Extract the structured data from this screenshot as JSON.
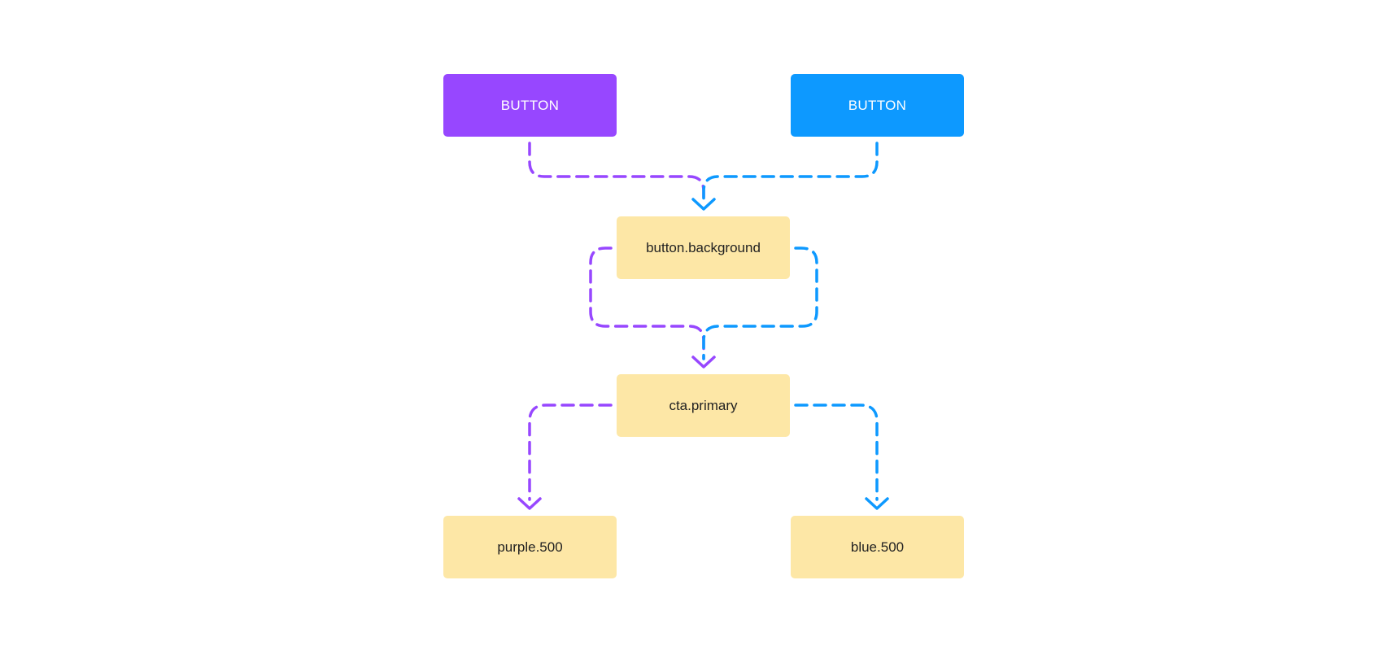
{
  "colors": {
    "purple": "#9747FF",
    "blue": "#0D99FF",
    "token_fill": "#FDE7A6"
  },
  "nodes": {
    "purple_button": {
      "label": "BUTTON"
    },
    "blue_button": {
      "label": "BUTTON"
    },
    "button_background": {
      "label": "button.background"
    },
    "cta_primary": {
      "label": "cta.primary"
    },
    "purple_500": {
      "label": "purple.500"
    },
    "blue_500": {
      "label": "blue.500"
    }
  },
  "edges": [
    {
      "from": "purple_button",
      "to": "button_background",
      "color": "purple"
    },
    {
      "from": "blue_button",
      "to": "button_background",
      "color": "blue"
    },
    {
      "from": "button_background",
      "to": "cta_primary",
      "color": "purple"
    },
    {
      "from": "button_background",
      "to": "cta_primary",
      "color": "blue"
    },
    {
      "from": "cta_primary",
      "to": "purple_500",
      "color": "purple"
    },
    {
      "from": "cta_primary",
      "to": "blue_500",
      "color": "blue"
    }
  ]
}
